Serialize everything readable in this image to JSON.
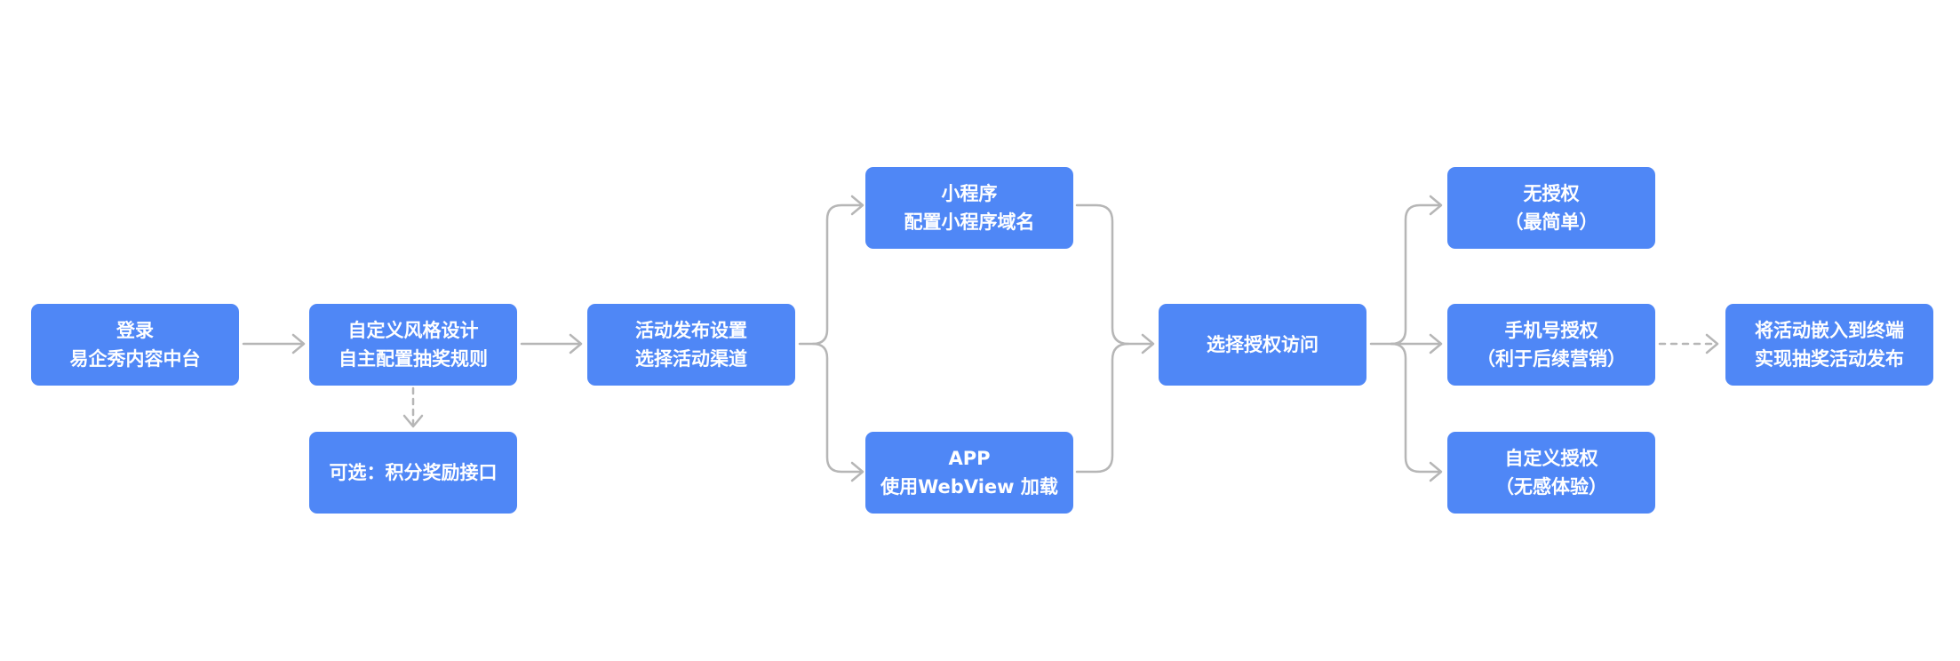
{
  "colors": {
    "node_fill": "#4f87f6",
    "node_text": "#ffffff",
    "connector": "#b6b6b6",
    "background": "#ffffff"
  },
  "nodes": {
    "login": {
      "line1": "登录",
      "line2": "易企秀内容中台"
    },
    "custom_style": {
      "line1": "自定义风格设计",
      "line2": "自主配置抽奖规则"
    },
    "optional": {
      "line1": "可选：积分奖励接口"
    },
    "publish": {
      "line1": "活动发布设置",
      "line2": "选择活动渠道"
    },
    "miniprogram": {
      "line1": "小程序",
      "line2": "配置小程序域名"
    },
    "app": {
      "line1": "APP",
      "line2": "使用WebView 加载"
    },
    "auth_select": {
      "line1": "选择授权访问"
    },
    "no_auth": {
      "line1": "无授权",
      "line2": "（最简单）"
    },
    "phone_auth": {
      "line1": "手机号授权",
      "line2": "（利于后续营销）"
    },
    "custom_auth": {
      "line1": "自定义授权",
      "line2": "（无感体验）"
    },
    "embed": {
      "line1": "将活动嵌入到终端",
      "line2": "实现抽奖活动发布"
    }
  }
}
